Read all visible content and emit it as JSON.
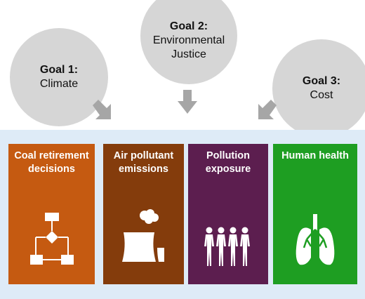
{
  "goals": [
    {
      "title": "Goal 1:",
      "subtitle": "Climate"
    },
    {
      "title": "Goal 2:",
      "subtitle": "Environmental Justice"
    },
    {
      "title": "Goal 3:",
      "subtitle": "Cost"
    }
  ],
  "steps": [
    {
      "label": "Coal retirement decisions",
      "icon": "flowchart-icon",
      "color": "#c55a11"
    },
    {
      "label": "Air pollutant emissions",
      "icon": "power-plant-icon",
      "color": "#843c0c"
    },
    {
      "label": "Pollution exposure",
      "icon": "people-icon",
      "color": "#5c1e4f"
    },
    {
      "label": "Human health",
      "icon": "lungs-icon",
      "color": "#1e9e22"
    }
  ],
  "colors": {
    "goal_circle": "#d6d6d6",
    "arrow": "#a6a6a6",
    "panel": "#deebf7"
  }
}
